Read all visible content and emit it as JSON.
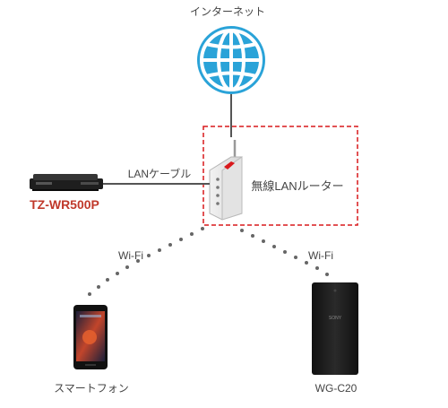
{
  "labels": {
    "internet": "インターネット",
    "lan_cable": "LANケーブル",
    "router": "無線LANルーター",
    "recorder": "TZ-WR500P",
    "wifi_left": "Wi-Fi",
    "wifi_right": "Wi-Fi",
    "smartphone": "スマートフォン",
    "wg": "WG-C20",
    "sony_logo": "SONY"
  },
  "colors": {
    "globe": "#2aa3d8",
    "recorder_label": "#c0392b",
    "router_highlight": "#d9191c",
    "text": "#444444"
  },
  "icons": [
    "globe-icon",
    "router-icon",
    "recorder-icon",
    "smartphone-icon",
    "wg-c20-icon"
  ]
}
